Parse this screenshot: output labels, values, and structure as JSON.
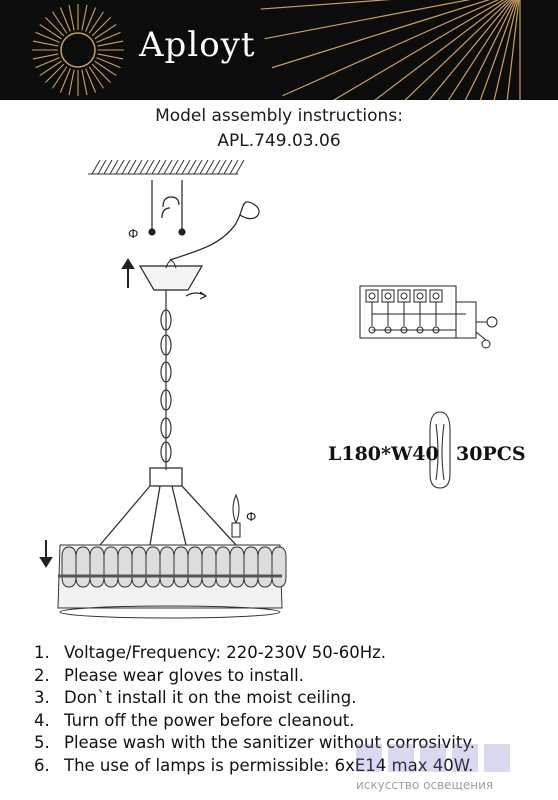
{
  "header": {
    "brand": "Aployt",
    "bg_color": "#0c0c0c",
    "accent_color": "#c9a063"
  },
  "title": {
    "line1": "Model assembly instructions:",
    "line2": "APL.749.03.06"
  },
  "crystal": {
    "dimensions": "L180*W40",
    "quantity": "30PCS"
  },
  "instructions": [
    {
      "num": "1.",
      "text": "Voltage/Frequency: 220-230V 50-60Hz."
    },
    {
      "num": "2.",
      "text": "Please wear gloves to install."
    },
    {
      "num": "3.",
      "text": "Don`t install it on the moist ceiling."
    },
    {
      "num": "4.",
      "text": "Turn off the power before cleanout."
    },
    {
      "num": "5.",
      "text": "Please wash with the sanitizer without corrosivity."
    },
    {
      "num": "6.",
      "text": "The use of lamps is permissible: 6xE14 max 40W."
    }
  ],
  "watermark": {
    "sub": "искусство освещения"
  }
}
